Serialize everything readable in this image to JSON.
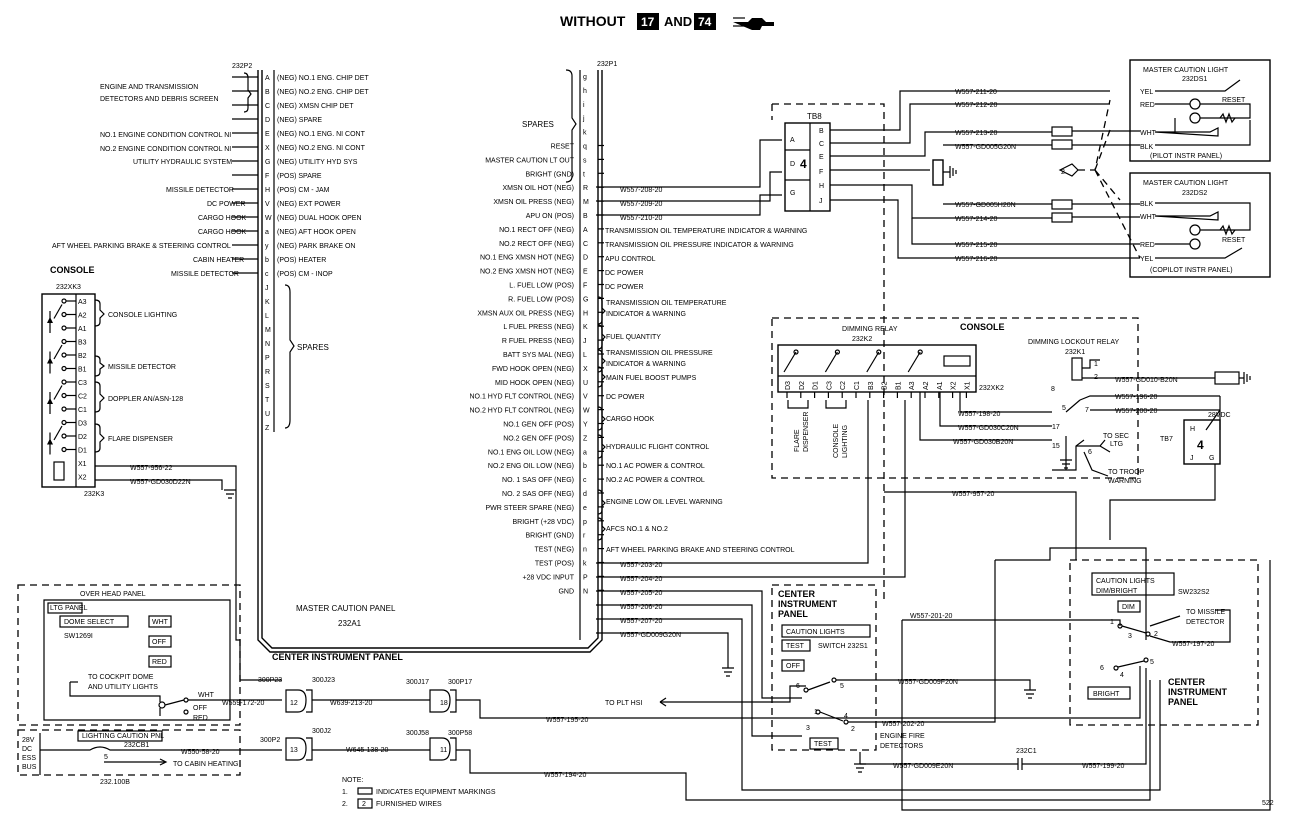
{
  "header": {
    "title_pre": "WITHOUT",
    "badge_a": "17",
    "title_and": "AND",
    "badge_b": "74"
  },
  "connectors": {
    "j2": "232P2",
    "j1": "232P1"
  },
  "left_pins": [
    "A",
    "B",
    "C",
    "D",
    "E",
    "X",
    "G",
    "F",
    "H",
    "V",
    "W",
    "a",
    "y",
    "b",
    "c",
    "J",
    "K",
    "L",
    "M",
    "N",
    "P",
    "R",
    "S",
    "T",
    "U",
    "Z"
  ],
  "left_funcs": [
    "(NEG) NO.1 ENG. CHIP DET",
    "(NEG) NO.2 ENG. CHIP DET",
    "(NEG) XMSN CHIP DET",
    "(NEG) SPARE",
    "(NEG) NO.1 ENG. NI CONT",
    "(NEG) NO.2 ENG. NI CONT",
    "(NEG) UTILITY HYD SYS",
    "(POS) SPARE",
    "(POS) CM - JAM",
    "(NEG) EXT POWER",
    "(NEG) DUAL HOOK OPEN",
    "(NEG) AFT HOOK OPEN",
    "(NEG) PARK BRAKE ON",
    "(POS) HEATER",
    "(POS) CM - INOP"
  ],
  "left_ext": {
    "eng_xmsn_1": "ENGINE AND TRANSMISSION",
    "eng_xmsn_2": "DETECTORS AND DEBRIS SCREEN",
    "no1_eng": "NO.1 ENGINE CONDITION CONTROL NI",
    "no2_eng": "NO.2 ENGINE CONDITION CONTROL NI",
    "util_hyd": "UTILITY HYDRAULIC SYSTEM",
    "missile": "MISSILE DETECTOR",
    "dc_power": "DC POWER",
    "cargo1": "CARGO HOOK",
    "cargo2": "CARGO HOOK",
    "aft_wheel": "AFT WHEEL PARKING BRAKE & STEERING CONTROL",
    "cabin_heater": "CABIN HEATER",
    "missile_det2": "MISSILE DETECTOR",
    "spares": "SPARES"
  },
  "right_pins": [
    "g",
    "h",
    "i",
    "j",
    "k",
    "q",
    "s",
    "t",
    "R",
    "M",
    "B",
    "A",
    "C",
    "D",
    "E",
    "F",
    "G",
    "H",
    "K",
    "J",
    "L",
    "X",
    "U",
    "V",
    "W",
    "Y",
    "Z",
    "a",
    "b",
    "c",
    "d",
    "e",
    "p",
    "r",
    "n",
    "k",
    "P",
    "N"
  ],
  "right_funcs": [
    "RESET",
    "MASTER CAUTION LT OUT",
    "BRIGHT (GND)",
    "XMSN OIL HOT (NEG)",
    "XMSN OIL PRESS (NEG)",
    "APU ON (POS)",
    "NO.1 RECT OFF (NEG)",
    "NO.2 RECT OFF (NEG)",
    "NO.1 ENG XMSN HOT (NEG)",
    "NO.2 ENG XMSN HOT (NEG)",
    "L. FUEL LOW (POS)",
    "R. FUEL LOW (POS)",
    "XMSN AUX OIL PRESS (NEG)",
    "L FUEL PRESS (NEG)",
    "R FUEL PRESS (NEG)",
    "BATT SYS MAL (NEG)",
    "FWD HOOK OPEN (NEG)",
    "MID HOOK OPEN (NEG)",
    "NO.1 HYD FLT CONTROL (NEG)",
    "NO.2 HYD FLT CONTROL (NEG)",
    "NO.1 GEN OFF (POS)",
    "NO.2 GEN OFF (POS)",
    "NO.1 ENG OIL LOW (NEG)",
    "NO.2 ENG OIL LOW (NEG)",
    "NO. 1 SAS OFF (NEG)",
    "NO. 2 SAS OFF (NEG)",
    "PWR STEER SPARE (NEG)",
    "BRIGHT (+28 VDC)",
    "BRIGHT (GND)",
    "TEST (NEG)",
    "TEST (POS)",
    "+28 VDC INPUT",
    "GND"
  ],
  "right_ext": {
    "spares": "SPARES",
    "r_xmsn_temp": "TRANSMISSION OIL TEMPERATURE INDICATOR & WARNING",
    "r_xmsn_press": "TRANSMISSION OIL PRESSURE INDICATOR & WARNING",
    "r_apu": "APU CONTROL",
    "r_dc1": "DC POWER",
    "r_dc2": "DC POWER",
    "r_oil_temp1": "TRANSMISSION OIL TEMPERATURE",
    "r_oil_temp2": "INDICATOR & WARNING",
    "r_fuel_qty": "FUEL QUANTITY",
    "r_oil_press1": "TRANSMISSION OIL PRESSURE",
    "r_oil_press2": "INDICATOR & WARNING",
    "r_boost": "MAIN FUEL BOOST PUMPS",
    "r_dc3": "DC POWER",
    "r_cargo": "CARGO HOOK",
    "r_hyd": "HYDRAULIC FLIGHT CONTROL",
    "r_ac1": "NO.1 AC POWER & CONTROL",
    "r_ac2": "NO.2 AC POWER & CONTROL",
    "r_eng_oil": "ENGINE LOW OIL LEVEL WARNING",
    "r_afcs": "AFCS NO.1 & NO.2",
    "r_aft_wheel": "AFT WHEEL PARKING BRAKE AND STEERING CONTROL"
  },
  "wires_right": [
    "W557-208-20",
    "W557-209-20",
    "W557-210-20",
    "W557-203-20",
    "W557-204-20",
    "W557-205-20",
    "W557-206-20",
    "W557-207-20",
    "W557-GD009G20N"
  ],
  "panel": {
    "name": "MASTER CAUTION PANEL",
    "ref": "232A1",
    "cip": "CENTER INSTRUMENT PANEL"
  },
  "tb8": {
    "title": "TB8",
    "terms_l": [
      "A",
      "D",
      "G"
    ],
    "terms_r": [
      "B",
      "C",
      "E",
      "F",
      "H",
      "J"
    ],
    "num": "4"
  },
  "mcl1": {
    "title": "MASTER CAUTION LIGHT",
    "ref": "232DS1",
    "yel": "YEL",
    "red": "RED",
    "wht": "WHT",
    "blk": "BLK",
    "reset": "RESET",
    "panel": "(PILOT INSTR PANEL)",
    "wires": [
      "W557-211-20",
      "W557-212-20",
      "W557-213-20",
      "W557-GD005G20N"
    ]
  },
  "mcl2": {
    "title": "MASTER CAUTION LIGHT",
    "ref": "232DS2",
    "blk": "BLK",
    "wht": "WHT",
    "red": "RED",
    "yel": "YEL",
    "reset": "RESET",
    "panel": "(COPILOT INSTR PANEL)",
    "wires": [
      "W557-GD005H20N",
      "W557-214-20",
      "W557-215-20",
      "W557-216-20"
    ]
  },
  "note_2": "2",
  "console": {
    "label": "CONSOLE",
    "ref": "232XK3",
    "pins": [
      "A3",
      "A2",
      "A1",
      "B3",
      "B2",
      "B1",
      "C3",
      "C2",
      "C1",
      "D3",
      "D2",
      "D1",
      "X1",
      "X2"
    ],
    "console_lighting": "CONSOLE LIGHTING",
    "missile_detector": "MISSILE DETECTOR",
    "doppler": "DOPPLER AN/ASN-128",
    "flare": "FLARE DISPENSER",
    "relay_ref": "232K3",
    "w1": "W557-956-22",
    "w2": "W557-GD030D22N"
  },
  "dimming": {
    "console": "CONSOLE",
    "title": "DIMMING RELAY",
    "ref": "232K2",
    "pins": [
      "D3",
      "D2",
      "D1",
      "C3",
      "C2",
      "C1",
      "B3",
      "B2",
      "B1",
      "A3",
      "A2",
      "A1",
      "X2",
      "X1"
    ],
    "xk": "232XK2",
    "flare1": "FLARE",
    "flare2": "DISPENSER",
    "console1": "CONSOLE",
    "console2": "LIGHTING"
  },
  "lockout": {
    "title": "DIMMING LOCKOUT RELAY",
    "ref": "232K1",
    "w_gd10": "W557-GD010-B20N",
    "w196": "W557-196-20",
    "w200": "W557-200-20",
    "w198": "W557-198-20",
    "w_gd30c": "W557-GD030C20N",
    "w_gd30b": "W557-GD030B20N",
    "pins": [
      "1",
      "2",
      "8",
      "5",
      "7",
      "17",
      "15",
      "6"
    ],
    "sec1": "TO SEC",
    "sec2": "LTG",
    "troop1": "TO TROOP",
    "troop2": "WARNING",
    "w957": "W557-957-20"
  },
  "tb7": {
    "title": "TB7",
    "v": "28VDC",
    "h": "H",
    "num": "4",
    "j": "J",
    "g": "G"
  },
  "cip_box": {
    "t1": "CENTER",
    "t2": "INSTRUMENT",
    "t3": "PANEL",
    "caution": "CAUTION LIGHTS",
    "test": "TEST",
    "switch": "SWITCH 232S1",
    "off": "OFF",
    "test_btn": "TEST",
    "pins": [
      "6",
      "5",
      "3",
      "1",
      "2",
      "4"
    ],
    "w_gd9f": "W557-GD009F20N",
    "w202": "W557-202-20",
    "fire1": "ENGINE FIRE",
    "fire2": "DETECTORS"
  },
  "dim_box": {
    "caution1": "CAUTION LIGHTS",
    "caution2": "DIM/BRIGHT",
    "sw": "SW232S2",
    "dim": "DIM",
    "bright": "BRIGHT",
    "missile1": "TO MISSILE",
    "missile2": "DETECTOR",
    "w197": "W557-197-20",
    "w201": "W557-201-20",
    "pins": [
      "1",
      "3",
      "2",
      "6",
      "4",
      "5"
    ],
    "cip1": "CENTER",
    "cip2": "INSTRUMENT",
    "cip3": "PANEL"
  },
  "overhead": {
    "title": "OVER HEAD PANEL",
    "ltg": "LTG PANEL",
    "dome": "DOME SELECT",
    "sw": "SW1269I",
    "wht": "WHT",
    "off": "OFF",
    "red": "RED",
    "cockpit1": "TO COCKPIT DOME",
    "cockpit2": "AND UTILITY LIGHTS",
    "wht2": "WHT",
    "off2": "OFF",
    "red2": "RED"
  },
  "lcp": {
    "v1": "28V",
    "v2": "DC",
    "v3": "ESS",
    "v4": "BUS",
    "title": "LIGHTING CAUTION PNL",
    "ref": "232CB1",
    "pin": "5",
    "cabin": "TO CABIN HEATING",
    "bus": "232.100B"
  },
  "plugs": {
    "p23": "300P23",
    "j23": "300J23",
    "p2": "300P2",
    "j2": "300J2",
    "j17": "300J17",
    "p17": "300P17",
    "j58": "300J58",
    "p58": "300P58",
    "n12": "12",
    "n13": "13",
    "n18": "18",
    "n11": "11"
  },
  "bottom_wires": {
    "w172": "W559-172-20",
    "w213": "W639-213-20",
    "w195": "W557-195-20",
    "w58": "W550-58-20",
    "w138": "W645-138-20",
    "w194": "W557-194-20",
    "w_gd9e": "W557-GD009E20N",
    "w199": "W557-199-20",
    "hsi": "TO PLT HSI",
    "c1": "232C1"
  },
  "notes": {
    "title": "NOTE:",
    "n1_num": "1.",
    "n1": "INDICATES EQUIPMENT MARKINGS",
    "n2_num": "2.",
    "n2_badge": "2",
    "n2": "FURNISHED WIRES"
  },
  "page_num": "522"
}
